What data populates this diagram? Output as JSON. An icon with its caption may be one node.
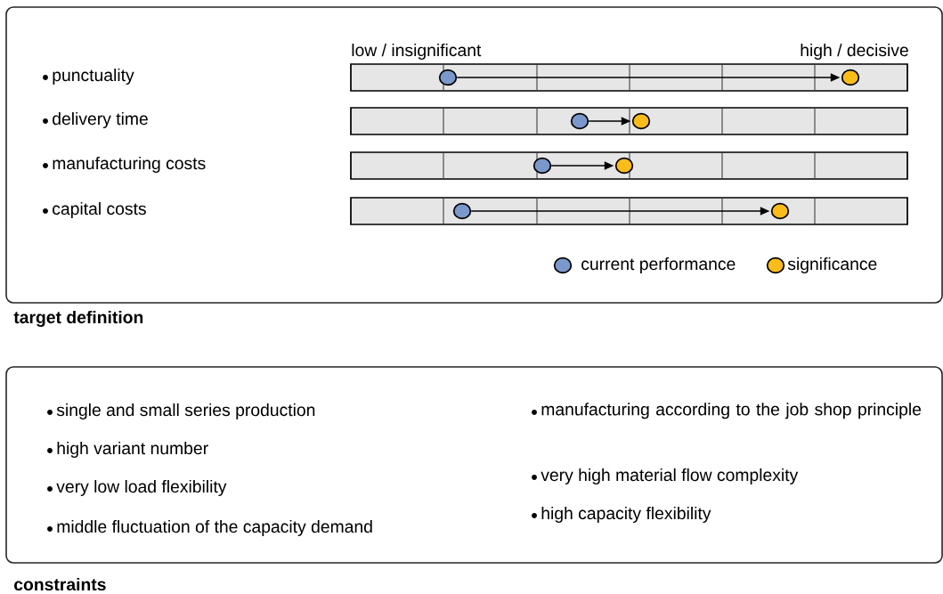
{
  "diagram": {
    "nodes": [
      {
        "text": [
          "target definition"
        ]
      },
      {
        "text": [],
        "shape": "bar",
        "in": 0
      },
      {
        "text": [],
        "shape": "bar",
        "in": 0
      },
      {
        "text": [],
        "shape": "bar",
        "in": 0
      },
      {
        "text": [],
        "shape": "bar",
        "in": 0
      },
      {
        "text": [],
        "shape": "circle",
        "in": 1
      },
      {
        "text": [],
        "shape": "circle",
        "in": 1
      },
      {
        "text": [],
        "shape": "circle",
        "in": 2
      },
      {
        "text": [],
        "shape": "circle",
        "in": 2
      },
      {
        "text": [],
        "shape": "circle",
        "in": 3
      },
      {
        "text": [],
        "shape": "circle",
        "in": 3
      },
      {
        "text": [],
        "shape": "circle",
        "in": 4
      },
      {
        "text": [],
        "shape": "circle",
        "in": 4
      },
      {
        "text": [
          "constraints"
        ]
      }
    ],
    "edges": [
      {
        "from": 5,
        "to": 6,
        "arrow": "to"
      },
      {
        "from": 7,
        "to": 8,
        "arrow": "to"
      },
      {
        "from": 9,
        "to": 10,
        "arrow": "to"
      },
      {
        "from": 11,
        "to": 12,
        "arrow": "to"
      }
    ],
    "labels": [
      "low / insignificant",
      "high / decisive",
      "punctuality",
      "delivery time",
      "manufacturing costs",
      "capital costs",
      "single and small series production",
      "manufacturing according to the job shop principle",
      "high variant number",
      "very high material flow complexity",
      "very low load flexibility",
      "high capacity flexibility",
      "middle fluctuation of the capacity demand"
    ],
    "legend": [
      {
        "text": "current performance",
        "color": "#7b98cc"
      },
      {
        "text": "significance",
        "color": "#f9bc1b"
      }
    ]
  }
}
